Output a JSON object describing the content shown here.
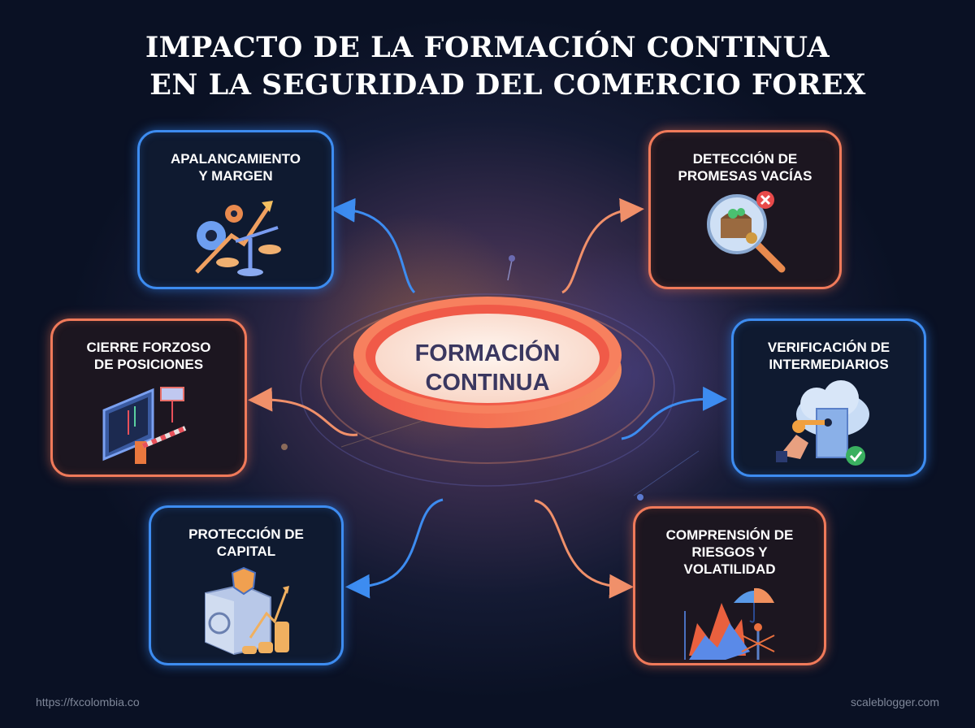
{
  "title": {
    "line1": "IMPACTO DE LA FORMACIÓN CONTINUA",
    "line2": "EN LA SEGURIDAD DEL COMERCIO FOREX"
  },
  "hub": {
    "line1": "FORMACIÓN",
    "line2": "CONTINUA",
    "colors": {
      "ring": "#f26450",
      "inner": "#fde9e0",
      "text": "#3a3760"
    }
  },
  "cards": [
    {
      "id": "apalancamiento",
      "line1": "APALANCAMIENTO",
      "line2": "Y MARGEN",
      "accent": "blue",
      "icon": "gear-scale-arrow-icon"
    },
    {
      "id": "promesas",
      "line1": "DETECCIÓN DE",
      "line2": "PROMESAS VACÍAS",
      "accent": "orange",
      "icon": "magnifier-treasure-icon"
    },
    {
      "id": "cierre",
      "line1": "CIERRE FORZOSO",
      "line2": "DE POSICIONES",
      "accent": "orange",
      "icon": "monitor-barrier-icon"
    },
    {
      "id": "verificacion",
      "line1": "VERIFICACIÓN DE",
      "line2": "INTERMEDIARIOS",
      "accent": "blue",
      "icon": "cloud-key-server-icon"
    },
    {
      "id": "proteccion",
      "line1": "PROTECCIÓN DE",
      "line2": "CAPITAL",
      "accent": "blue",
      "icon": "safe-shield-coins-icon"
    },
    {
      "id": "riesgos",
      "line1": "COMPRENSIÓN DE",
      "line2": "RIESGOS Y",
      "line3": "VOLATILIDAD",
      "accent": "orange",
      "icon": "chart-umbrella-icon"
    }
  ],
  "accents": {
    "blue": "#3d8cf0",
    "orange": "#f07a5a"
  },
  "footer": {
    "left": "https://fxcolombia.co",
    "right": "scaleblogger.com"
  }
}
